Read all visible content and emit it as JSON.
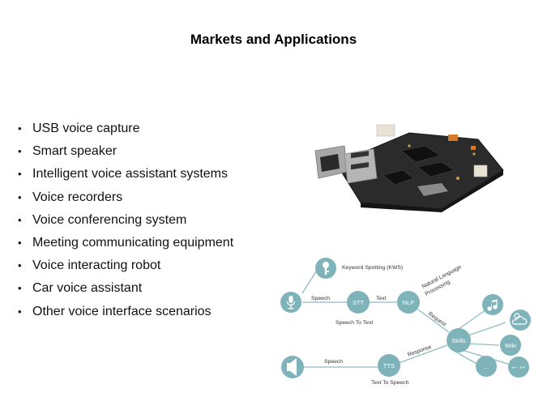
{
  "slide": {
    "title": "Markets and Applications",
    "bullets": [
      "USB voice capture",
      "Smart speaker",
      "Intelligent voice assistant systems",
      "Voice recorders",
      "Voice conferencing system",
      "Meeting communicating equipment",
      "Voice interacting robot",
      "Car voice assistant",
      "Other voice interface scenarios"
    ]
  },
  "diagram": {
    "kws_label": "Keyword Spotting (KWS)",
    "speech_in_label": "Speech",
    "stt_node": "STT",
    "text_label": "Text",
    "nlp_node": "NLP",
    "nlp_caption_1": "Natural Language",
    "nlp_caption_2": "Processing",
    "speech_to_text_label": "Speech To Text",
    "request_label": "Request",
    "skills_node": "Skills",
    "wiki_node": "Wiki",
    "more_node": "...",
    "math_node": "+−\n×÷",
    "response_label": "Response",
    "speech_out_label": "Speech",
    "tts_node": "TTS",
    "text_to_speech_label": "Text To Speech"
  },
  "colors": {
    "node_fill": "#7fb3ba",
    "line": "#8fbcc2",
    "label": "#333333"
  }
}
